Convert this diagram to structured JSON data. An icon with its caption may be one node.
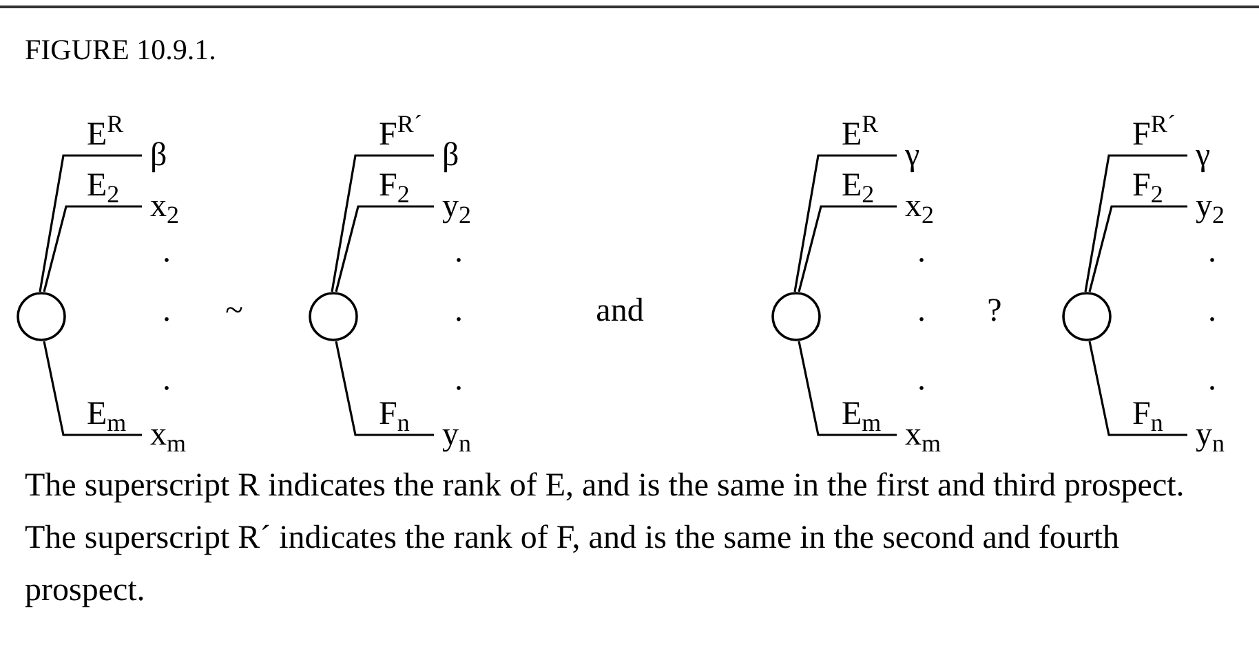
{
  "diagram": {
    "title": "FIGURE 10.9.1.",
    "caption": "The superscript R indicates the rank of E, and is the same in the first and third prospect.  The superscript R´ indicates the rank of F, and is the same in the second and fourth prospect.",
    "nodes": [
      {
        "text": [],
        "shape": "circle"
      },
      {
        "text": [
          "β"
        ]
      },
      {
        "text": [
          "x$_{2}$"
        ]
      },
      {
        "text": [
          "x$_{m}$"
        ]
      },
      {
        "text": [],
        "shape": "circle"
      },
      {
        "text": [
          "β"
        ]
      },
      {
        "text": [
          "y$_{2}$"
        ]
      },
      {
        "text": [
          "y$_{n}$"
        ]
      },
      {
        "text": [],
        "shape": "circle"
      },
      {
        "text": [
          "γ"
        ]
      },
      {
        "text": [
          "x$_{2}$"
        ]
      },
      {
        "text": [
          "x$_{m}$"
        ]
      },
      {
        "text": [],
        "shape": "circle"
      },
      {
        "text": [
          "γ"
        ]
      },
      {
        "text": [
          "y$_{2}$"
        ]
      },
      {
        "text": [
          "y$_{n}$"
        ]
      }
    ],
    "edges": [
      {
        "from": 0,
        "to": 1,
        "arrow": "none",
        "label": "E$^{R}$"
      },
      {
        "from": 0,
        "to": 2,
        "arrow": "none",
        "label": "E$_{2}$"
      },
      {
        "from": 0,
        "to": 3,
        "arrow": "none",
        "label": "E$_{m}$"
      },
      {
        "from": 4,
        "to": 5,
        "arrow": "none",
        "label": "F$^{R´}$"
      },
      {
        "from": 4,
        "to": 6,
        "arrow": "none",
        "label": "F$_{2}$"
      },
      {
        "from": 4,
        "to": 7,
        "arrow": "none",
        "label": "F$_{n}$"
      },
      {
        "from": 8,
        "to": 9,
        "arrow": "none",
        "label": "E$^{R}$"
      },
      {
        "from": 8,
        "to": 10,
        "arrow": "none",
        "label": "E$_{2}$"
      },
      {
        "from": 8,
        "to": 11,
        "arrow": "none",
        "label": "E$_{m}$"
      },
      {
        "from": 12,
        "to": 13,
        "arrow": "none",
        "label": "F$^{R´}$"
      },
      {
        "from": 12,
        "to": 14,
        "arrow": "none",
        "label": "F$_{2}$"
      },
      {
        "from": 12,
        "to": 15,
        "arrow": "none",
        "label": "F$_{n}$"
      }
    ],
    "labels": [
      ".",
      ".",
      ".",
      ".",
      ".",
      "~",
      ".",
      "and",
      ".",
      "?",
      ".",
      ".",
      ".",
      ".",
      "."
    ]
  }
}
